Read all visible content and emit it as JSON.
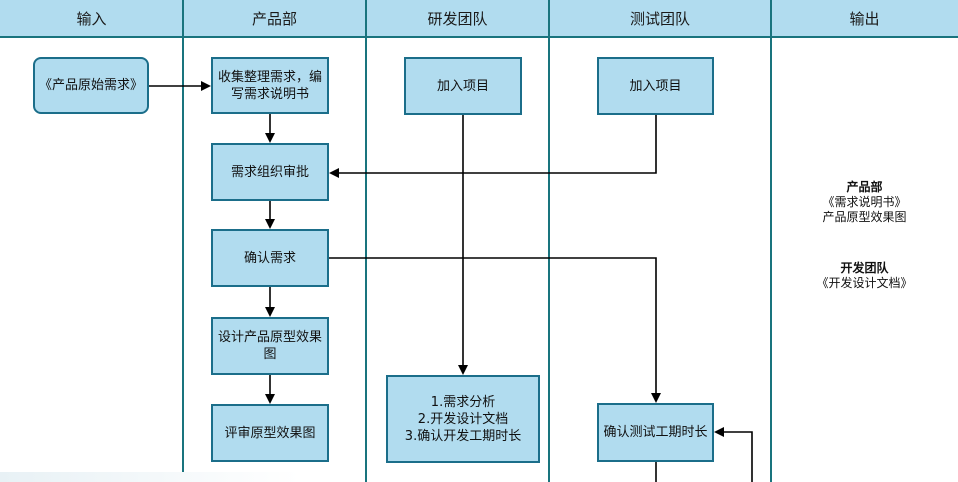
{
  "lanes": [
    "输入",
    "产品部",
    "研发团队",
    "测试团队",
    "输出"
  ],
  "nodes": {
    "raw_requirements": "《产品原始需求》",
    "collect_requirements": "收集整理需求，编写需求说明书",
    "review_requirements": "需求组织审批",
    "confirm_requirements": "确认需求",
    "design_prototype": "设计产品原型效果图",
    "review_prototype": "评审原型效果图",
    "dev_join": "加入项目",
    "dev_tasks": [
      "1.需求分析",
      "2.开发设计文档",
      "3.确认开发工期时长"
    ],
    "test_join": "加入项目",
    "test_confirm_duration": "确认测试工期时长"
  },
  "outputs": [
    {
      "title": "产品部",
      "lines": [
        "《需求说明书》",
        "产品原型效果图"
      ]
    },
    {
      "title": "开发团队",
      "lines": [
        "《开发设计文档》"
      ]
    }
  ],
  "colors": {
    "box_fill": "#b1dcef",
    "box_border": "#1b6e8a",
    "lane_border": "#19747e",
    "arrow": "#000000"
  }
}
